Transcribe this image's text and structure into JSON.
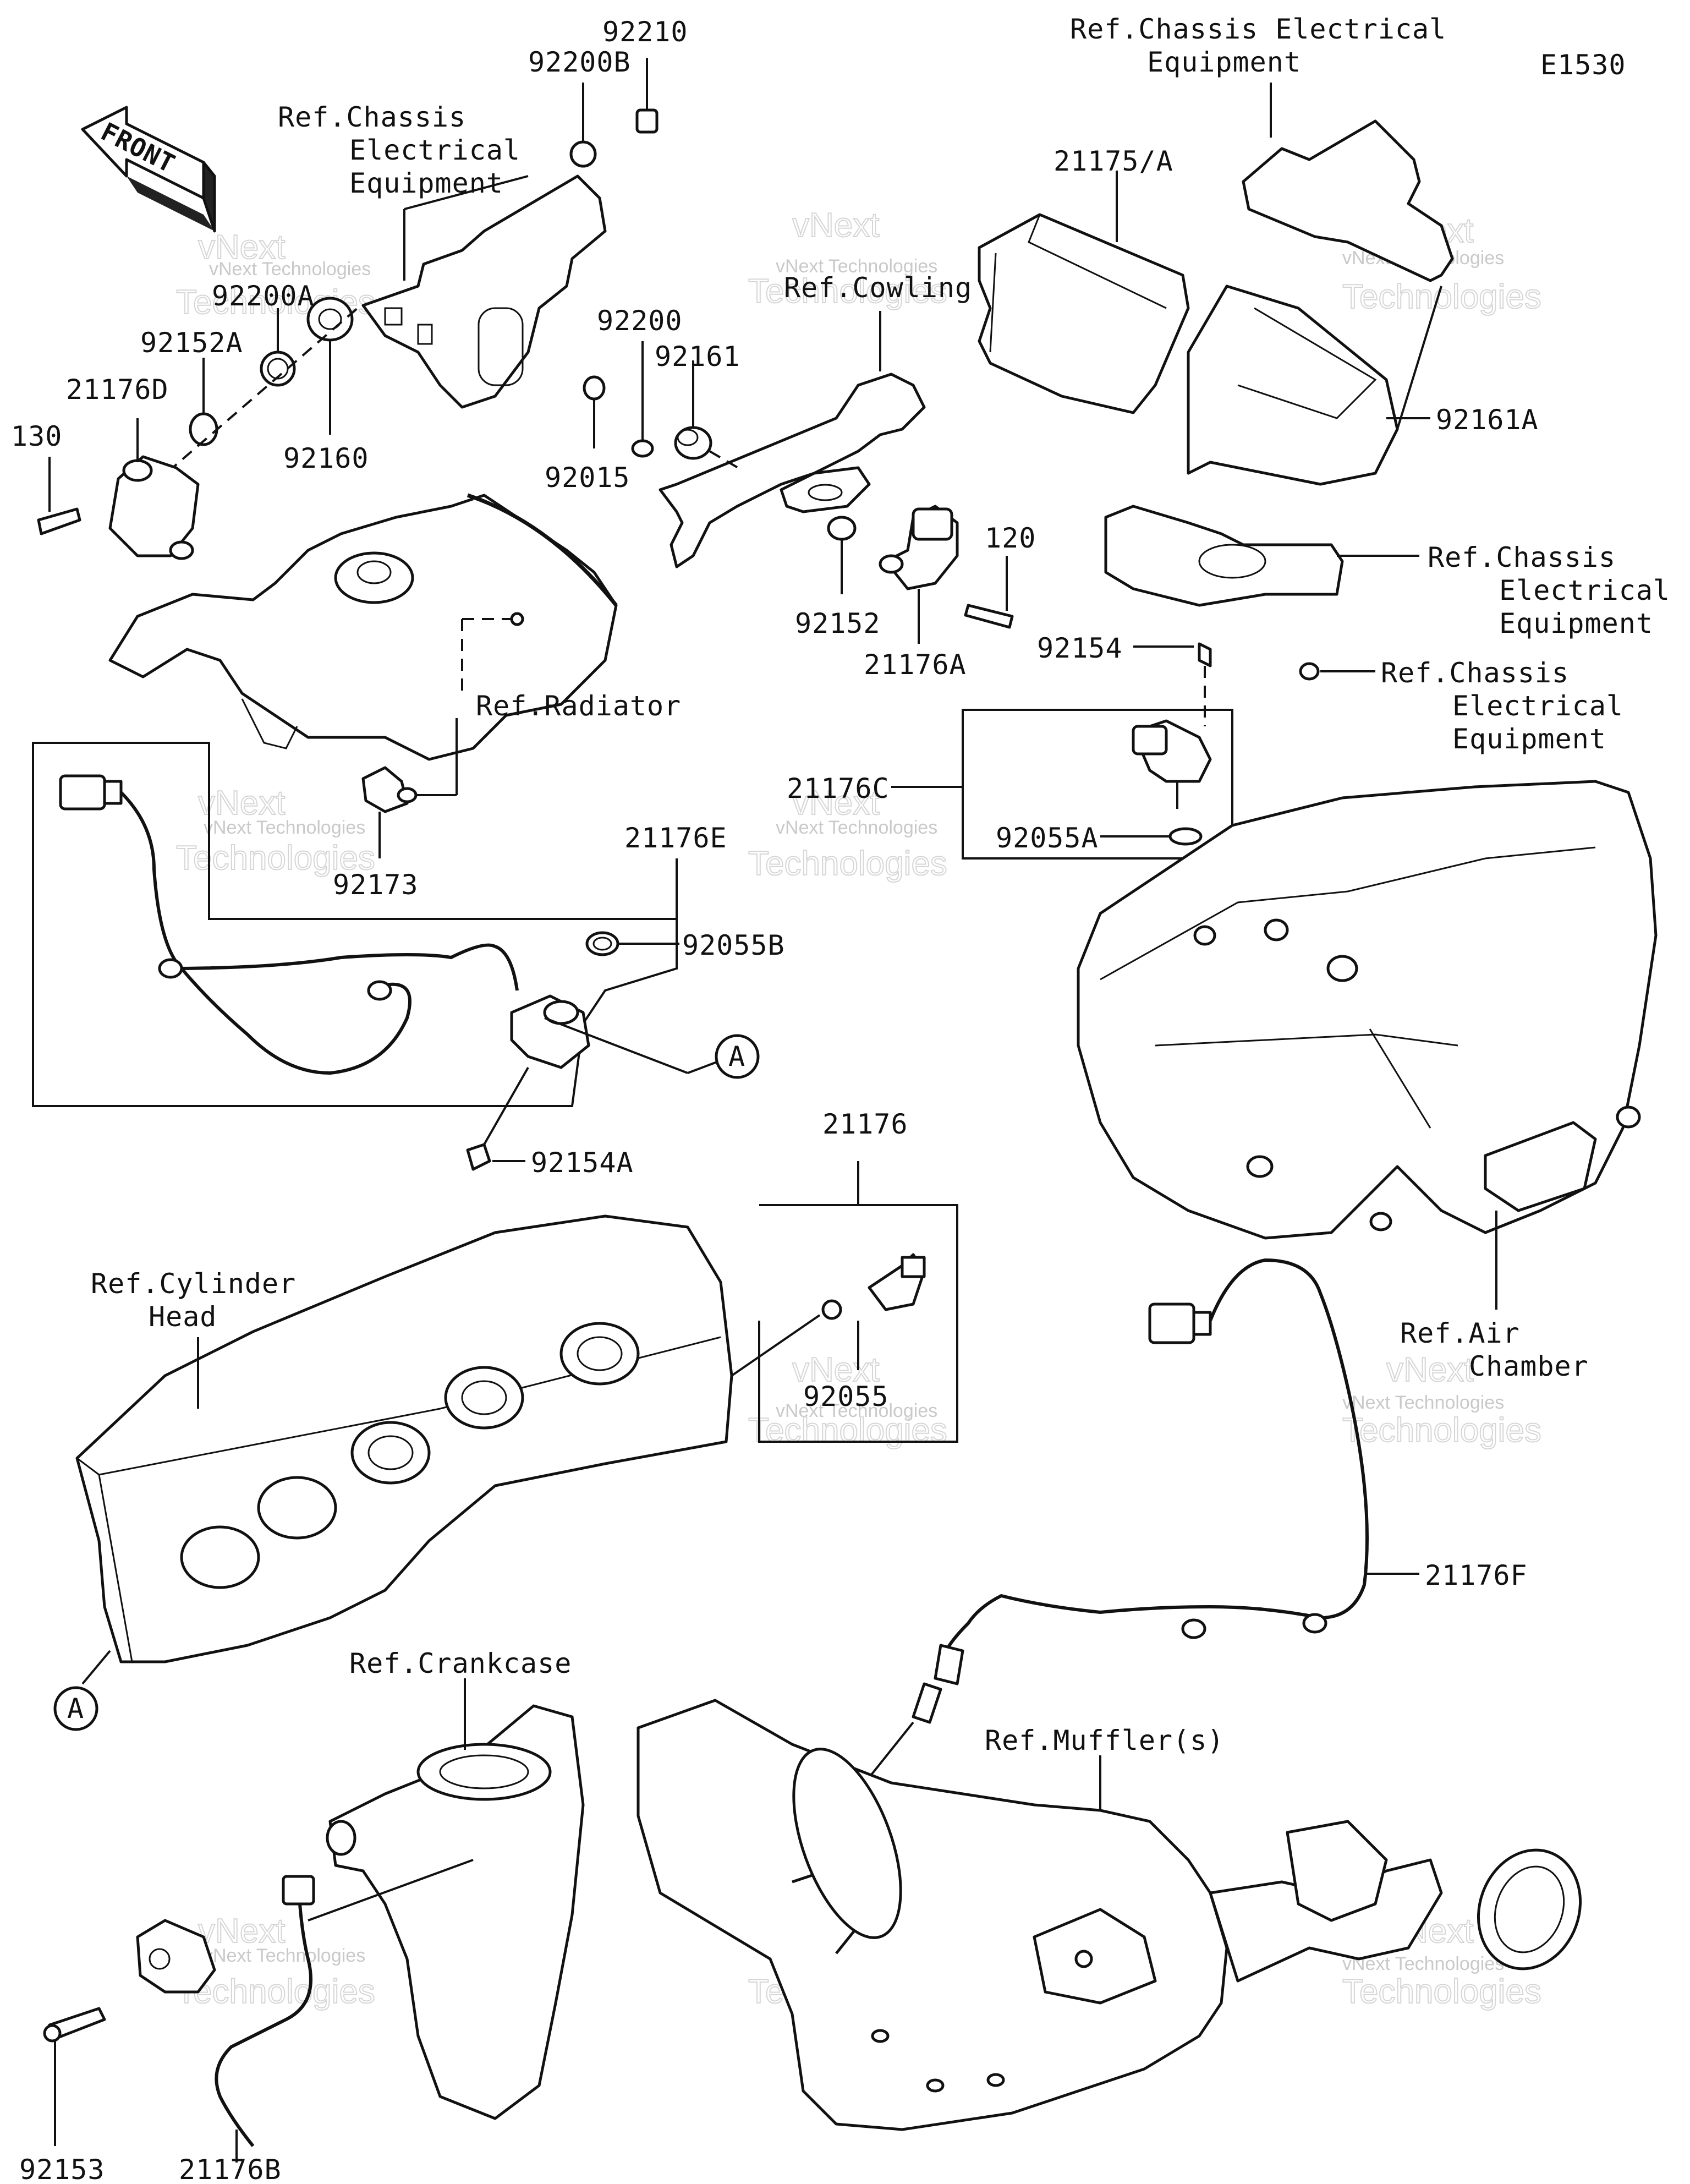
{
  "diagram_code": "E1530",
  "front_label": "FRONT",
  "labels": {
    "p92210": "92210",
    "p92200B": "92200B",
    "ref_chassis_1": [
      "Ref.Chassis",
      "Electrical",
      "Equipment"
    ],
    "ref_chassis_top": [
      "Ref.Chassis Electrical",
      "Equipment"
    ],
    "p21175A": "21175/A",
    "p92200A": "92200A",
    "p92152A": "92152A",
    "p21176D": "21176D",
    "p130": "130",
    "p92160": "92160",
    "p92015": "92015",
    "p92200": "92200",
    "p92161": "92161",
    "ref_cowling": "Ref.Cowling",
    "p92161A": "92161A",
    "p120": "120",
    "p92152": "92152",
    "p21176A": "21176A",
    "ref_chassis_2": [
      "Ref.Chassis",
      "Electrical",
      "Equipment"
    ],
    "ref_chassis_3": [
      "Ref.Chassis",
      "Electrical",
      "Equipment"
    ],
    "p92154": "92154",
    "ref_radiator": "Ref.Radiator",
    "p21176C": "21176C",
    "p92055A": "92055A",
    "p21176E": "21176E",
    "p92173": "92173",
    "p92055B": "92055B",
    "callout_a": "A",
    "p92154A": "92154A",
    "p21176": "21176",
    "p92055": "92055",
    "ref_cylinder_head": [
      "Ref.Cylinder",
      "Head"
    ],
    "ref_air_chamber": [
      "Ref.Air",
      "Chamber"
    ],
    "p21176F": "21176F",
    "ref_crankcase": "Ref.Crankcase",
    "ref_mufflers": "Ref.Muffler(s)",
    "p92153": "92153",
    "p21176B": "21176B"
  },
  "watermark": {
    "line1": "vNext",
    "line2": "vNext Technologies",
    "line3": "Technologies"
  }
}
